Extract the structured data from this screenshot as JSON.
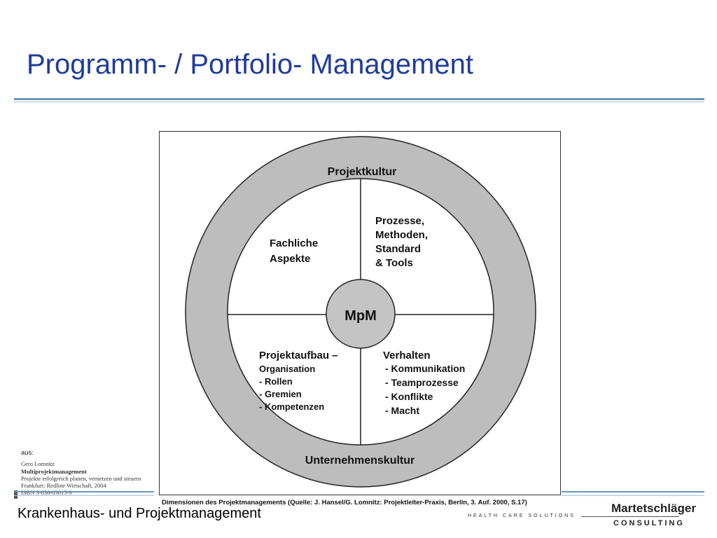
{
  "slide": {
    "title": "Programm- / Portfolio- Management",
    "footer": "Krankenhaus- und Projektmanagement"
  },
  "diagram": {
    "outer_ring_top": "Projektkultur",
    "outer_ring_bottom": "Unternehmenskultur",
    "center": "MpM",
    "q1_lines": [
      "Fachliche",
      "Aspekte"
    ],
    "q2_lines": [
      "Prozesse,",
      "Methoden,",
      "Standard",
      "& Tools"
    ],
    "q3_title": "Projektaufbau –",
    "q3_lines": [
      "Organisation",
      "- Rollen",
      "- Gremien",
      "- Kompetenzen"
    ],
    "q4_title": "Verhalten",
    "q4_lines": [
      "- Kommunikation",
      "- Teamprozesse",
      "- Konflikte",
      "- Macht"
    ],
    "caption": "Dimensionen des Projektmanagements (Quelle: J. Hansel/G. Lomnitz: Projektleiter-Praxis, Berlin, 3. Auf. 2000, S.17)",
    "colors": {
      "ring": "#bdbdbd",
      "center": "#c4c4c4",
      "title": "#1f3b9a"
    }
  },
  "source": {
    "prefix": "aus:",
    "author": "Gero Lomnitz",
    "book": "Multiprojektmanagement",
    "subtitle": "Projekte erfolgreich planen, vernetzen und steuern",
    "publisher": "Frankfurt: Redline Wirtschaft, 2004",
    "isbn": "ISBN 3-636-03015-9"
  },
  "logo": {
    "tagline": "HEALTH CARE SOLUTIONS",
    "name": "Martetschläger",
    "sub": "CONSULTING"
  }
}
